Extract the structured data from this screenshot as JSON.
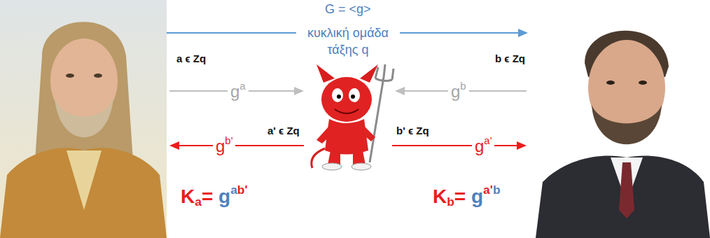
{
  "diagram": {
    "labels": [
      "G = <g>",
      "κυκλική ομάδα τάξης q",
      "a ϵ Zq",
      "b ϵ Zq",
      "ga",
      "gb",
      "gb'",
      "a' ϵ Zq",
      "b' ϵ Zq",
      "ga'",
      "Ka= gab'",
      "Kb= ga'b"
    ]
  }
}
